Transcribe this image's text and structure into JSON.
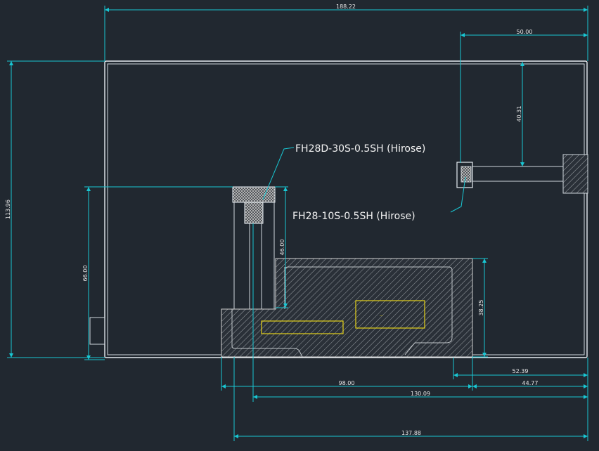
{
  "dimensions": {
    "overall_width": "188.22",
    "offset_top_right": "50.00",
    "vertical_connector": "40.31",
    "overall_height": "113.96",
    "left_height": "66.00",
    "fpc_length": "46.00",
    "pcb_height": "38.25",
    "bottom_right_1": "52.39",
    "bottom_right_2": "44.77",
    "bottom_98": "98.00",
    "bottom_130": "130.09",
    "bottom_137": "137.88"
  },
  "callouts": {
    "connector_1": "FH28D-30S-0.5SH (Hirose)",
    "connector_2": "FH28-10S-0.5SH (Hirose)"
  },
  "colors": {
    "background": "#212830",
    "dimension": "#19c6d2",
    "outline": "#e8eef3",
    "highlight": "#e6d21a"
  }
}
